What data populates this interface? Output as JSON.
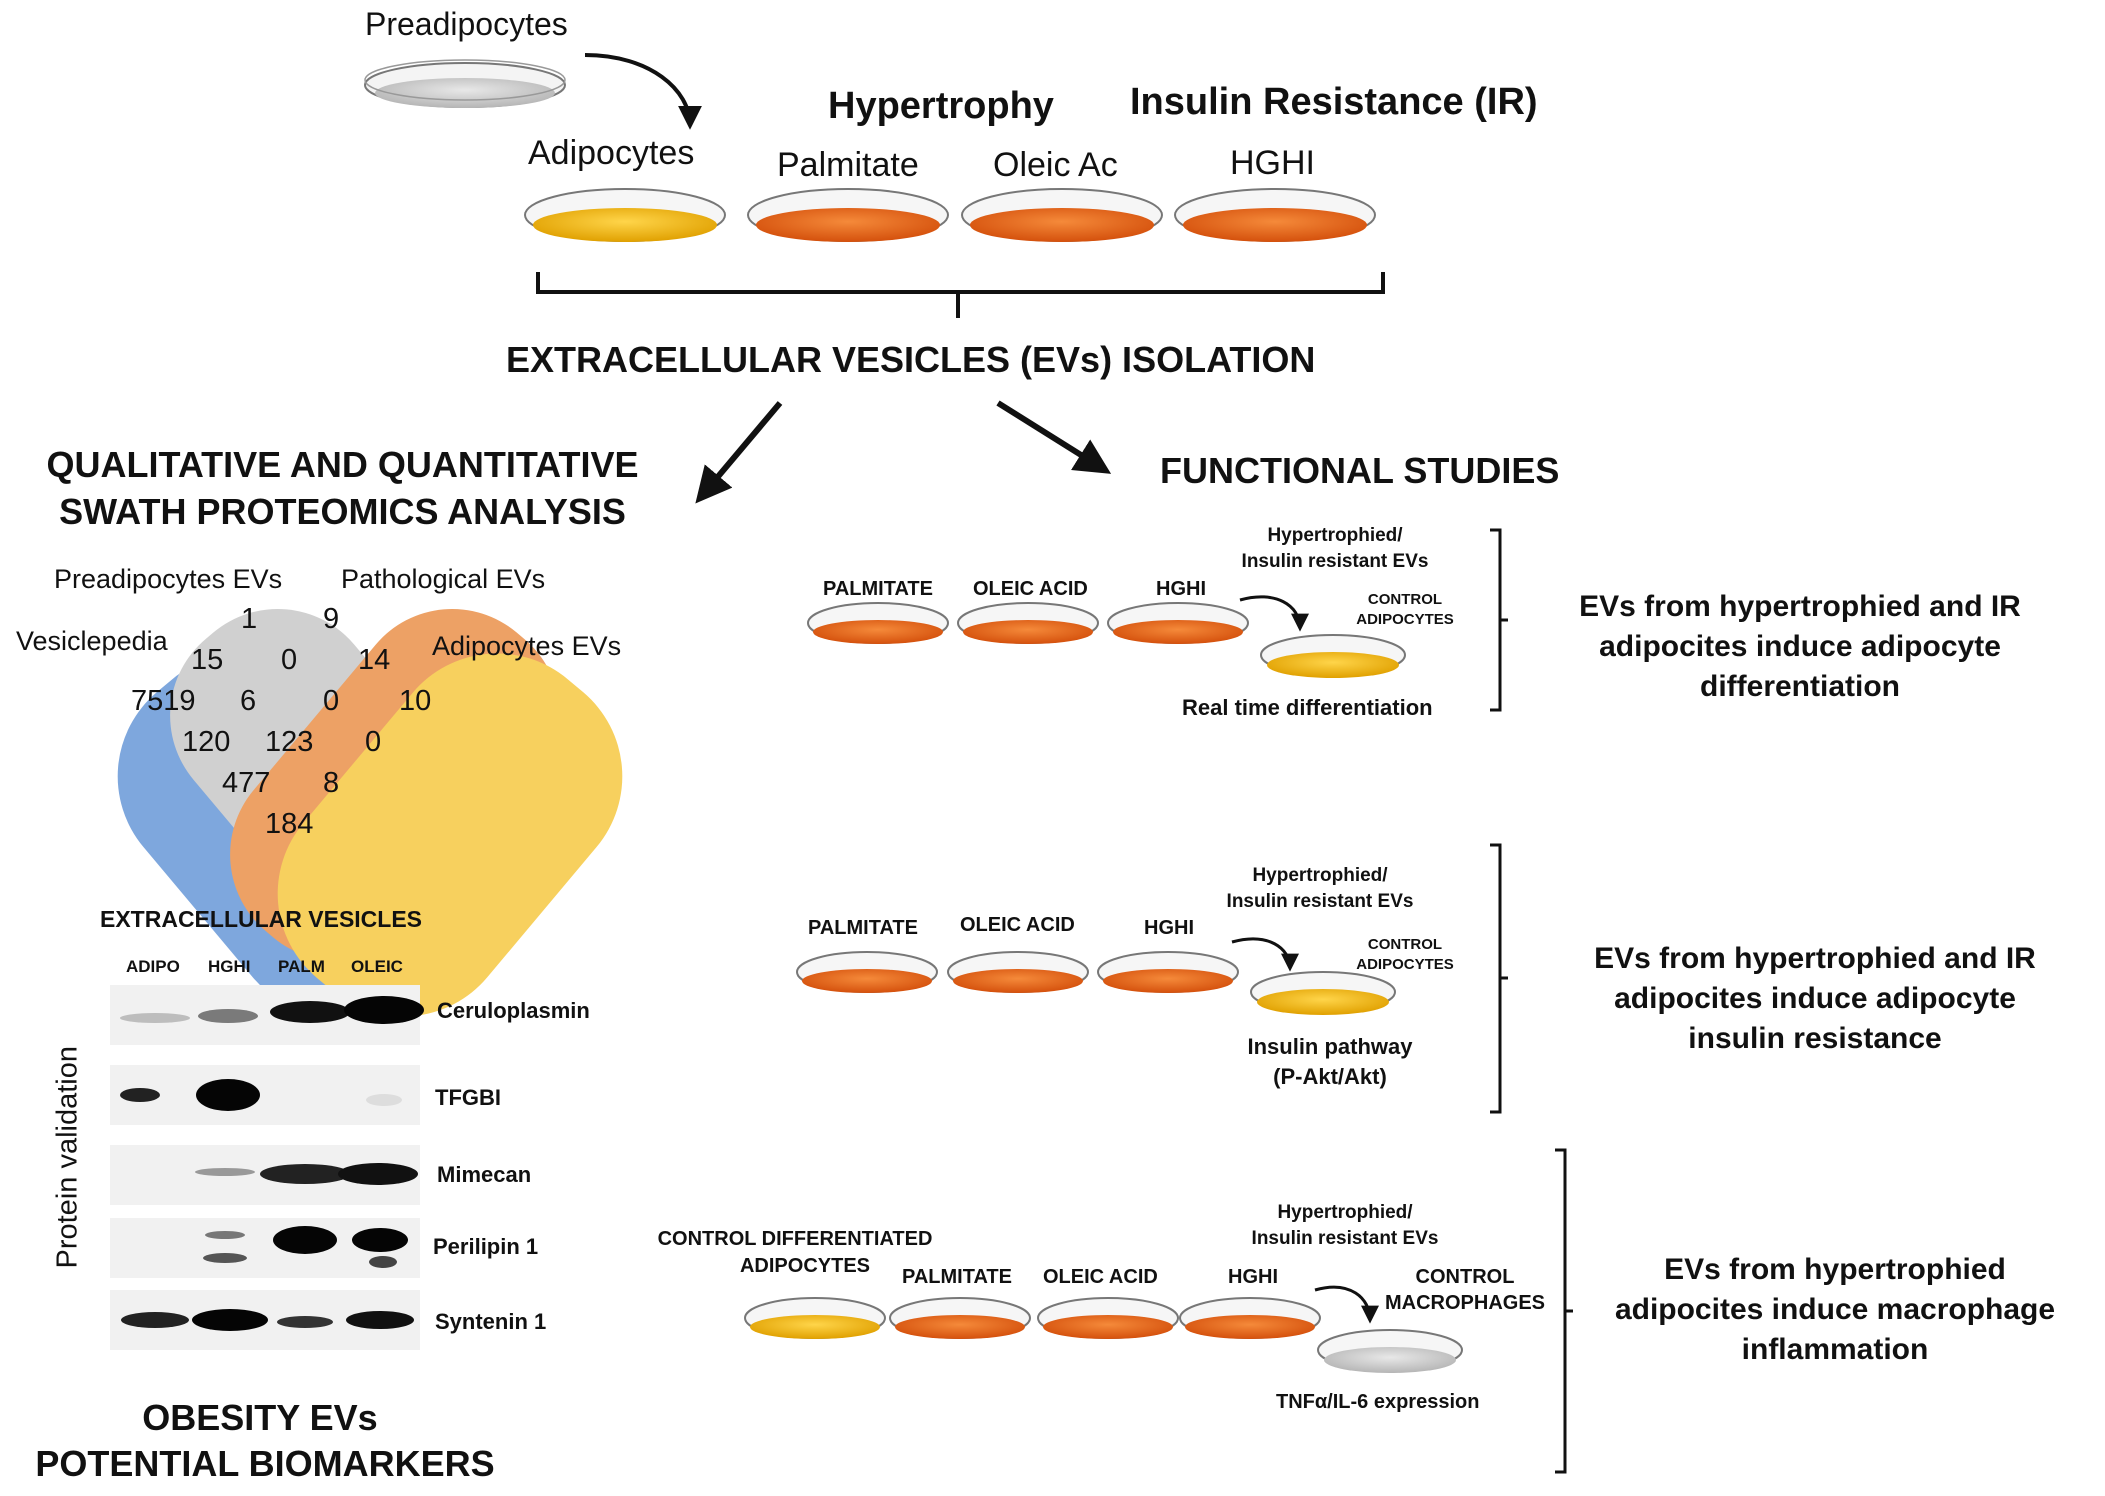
{
  "workflow": {
    "preadipocytes": "Preadipocytes",
    "adipocytes": "Adipocytes",
    "hypertrophy": "Hypertrophy",
    "insulin_resistance": "Insulin Resistance (IR)",
    "palmitate": "Palmitate",
    "oleic": "Oleic Ac",
    "hghi": "HGHI",
    "isolation": "EXTRACELLULAR VESICLES (EVs) ISOLATION"
  },
  "proteomics": {
    "title_line1": "QUALITATIVE AND QUANTITATIVE",
    "title_line2": "SWATH PROTEOMICS ANALYSIS"
  },
  "venn": {
    "sets": [
      {
        "label": "Vesiclepedia",
        "color": "#5b8fd4"
      },
      {
        "label": "Preadipocytes EVs",
        "color": "#b8b8b8"
      },
      {
        "label": "Pathological EVs",
        "color": "#e8873a"
      },
      {
        "label": "Adipocytes EVs",
        "color": "#f5c431"
      }
    ],
    "values": [
      "1",
      "9",
      "15",
      "0",
      "14",
      "7519",
      "6",
      "0",
      "10",
      "120",
      "123",
      "0",
      "477",
      "8",
      "184"
    ]
  },
  "western_blot": {
    "title": "EXTRACELLULAR VESICLES",
    "lanes": [
      "ADIPO",
      "HGHI",
      "PALM",
      "OLEIC"
    ],
    "side_label": "Protein validation",
    "proteins": [
      "Ceruloplasmin",
      "TFGBI",
      "Mimecan",
      "Perilipin 1",
      "Syntenin 1"
    ]
  },
  "biomarkers": {
    "line1": "OBESITY EVs",
    "line2": "POTENTIAL BIOMARKERS"
  },
  "functional": {
    "title": "FUNCTIONAL STUDIES",
    "study1": {
      "plates": [
        "PALMITATE",
        "OLEIC ACID",
        "HGHI"
      ],
      "evs_line1": "Hypertrophied/",
      "evs_line2": "Insulin resistant EVs",
      "target_line1": "CONTROL",
      "target_line2": "ADIPOCYTES",
      "readout": "Real time differentiation",
      "result_line1": "EVs from hypertrophied and IR",
      "result_line2": "adipocites induce adipocyte",
      "result_line3": "differentiation"
    },
    "study2": {
      "plates": [
        "PALMITATE",
        "OLEIC ACID",
        "HGHI"
      ],
      "evs_line1": "Hypertrophied/",
      "evs_line2": "Insulin resistant EVs",
      "target_line1": "CONTROL",
      "target_line2": "ADIPOCYTES",
      "readout_line1": "Insulin pathway",
      "readout_line2": "(P-Akt/Akt)",
      "result_line1": "EVs from hypertrophied and IR",
      "result_line2": "adipocites induce adipocyte",
      "result_line3": "insulin resistance"
    },
    "study3": {
      "control_line1": "CONTROL DIFFERENTIATED",
      "control_line2": "ADIPOCYTES",
      "plates": [
        "PALMITATE",
        "OLEIC ACID",
        "HGHI"
      ],
      "evs_line1": "Hypertrophied/",
      "evs_line2": "Insulin resistant EVs",
      "target_line1": "CONTROL",
      "target_line2": "MACROPHAGES",
      "readout": "TNFα/IL-6 expression",
      "result_line1": "EVs from hypertrophied",
      "result_line2": "adipocites induce macrophage",
      "result_line3": "inflammation"
    }
  },
  "colors": {
    "orange_plate": "#e8621a",
    "yellow_plate": "#f2b50f",
    "grey_plate": "#c9c9c9"
  }
}
